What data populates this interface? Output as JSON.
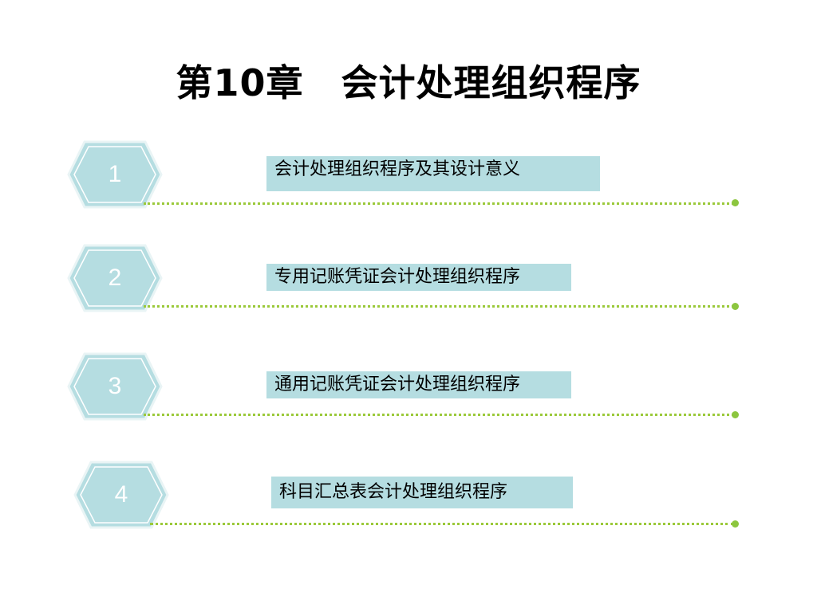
{
  "title": "第10章　会计处理组织程序",
  "items": [
    {
      "number": "1",
      "label": "会计处理组织程序及其设计意义"
    },
    {
      "number": "2",
      "label": "专用记账凭证会计处理组织程序"
    },
    {
      "number": "3",
      "label": "通用记账凭证会计处理组织程序"
    },
    {
      "number": "4",
      "label": "科目汇总表会计处理组织程序"
    }
  ],
  "colors": {
    "hexagon_fill": "#b5dde1",
    "hexagon_outline": "#ffffff",
    "label_fill": "#b5dde1",
    "dotted_line": "#9bc93a"
  },
  "icons": [
    "hexagon-icon",
    "end-dot-icon"
  ]
}
